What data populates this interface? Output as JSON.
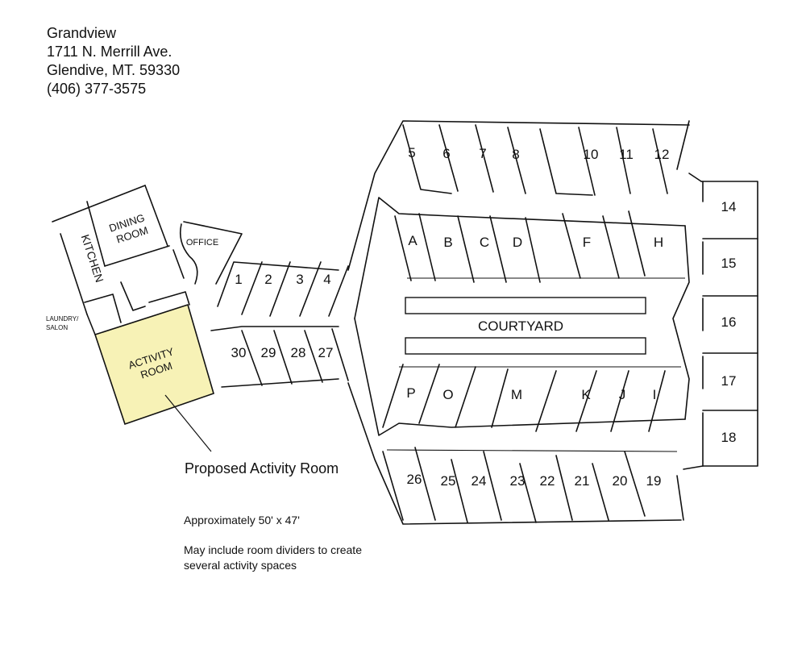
{
  "header": {
    "name": "Grandview",
    "address": "1711 N. Merrill Ave.",
    "city": "Glendive, MT. 59330",
    "phone": "(406) 377-3575"
  },
  "rooms": {
    "kitchen": "KITCHEN",
    "dining": "DINING ROOM",
    "office": "OFFICE",
    "laundry": "LAUNDRY/ SALON",
    "activity": "ACTIVITY ROOM",
    "courtyard": "COURTYARD"
  },
  "units": {
    "west_upper": [
      "1",
      "2",
      "3",
      "4"
    ],
    "west_lower": [
      "30",
      "29",
      "28",
      "27"
    ],
    "north_outer": [
      "5",
      "6",
      "7",
      "8",
      "10",
      "11",
      "12"
    ],
    "north_inner": [
      "A",
      "B",
      "C",
      "D",
      "F",
      "H"
    ],
    "south_inner": [
      "P",
      "O",
      "M",
      "K",
      "J",
      "I"
    ],
    "south_outer": [
      "26",
      "25",
      "24",
      "23",
      "22",
      "21",
      "20",
      "19"
    ],
    "east": [
      "14",
      "15",
      "16",
      "17",
      "18"
    ]
  },
  "callout": {
    "title": "Proposed Activity Room",
    "size": "Approximately 50' x 47'",
    "note": "May include room dividers to create several activity spaces"
  },
  "colors": {
    "activity_fill": "#f7f2b6",
    "line": "#111111"
  }
}
